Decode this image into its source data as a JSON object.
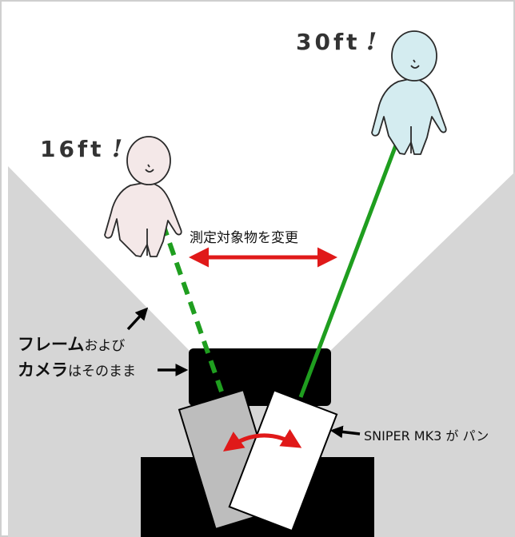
{
  "labels": {
    "far_distance": "30ft",
    "far_bang": "!",
    "near_distance": "16ft",
    "near_bang": "!",
    "change_target": "測定対象物を変更",
    "frame_bold": "フレーム",
    "frame_rest": "および",
    "camera_bold": "カメラ",
    "camera_rest": "はそのまま",
    "device_pans": "SNIPER MK3 が パン"
  },
  "colors": {
    "background": "#ffffff",
    "field_of_view": "#d6d6d6",
    "camera_body": "#000000",
    "laser": "#1f9e1f",
    "arrow_red": "#e01919",
    "near_person": "#f4e8e8",
    "far_person": "#d4ecf0",
    "device_old": "#bdbdbd",
    "device_new": "#ffffff"
  },
  "icons": [
    "person-near-icon",
    "person-far-icon",
    "black-arrow-icon",
    "red-double-arrow-icon",
    "red-curved-double-arrow-icon"
  ]
}
